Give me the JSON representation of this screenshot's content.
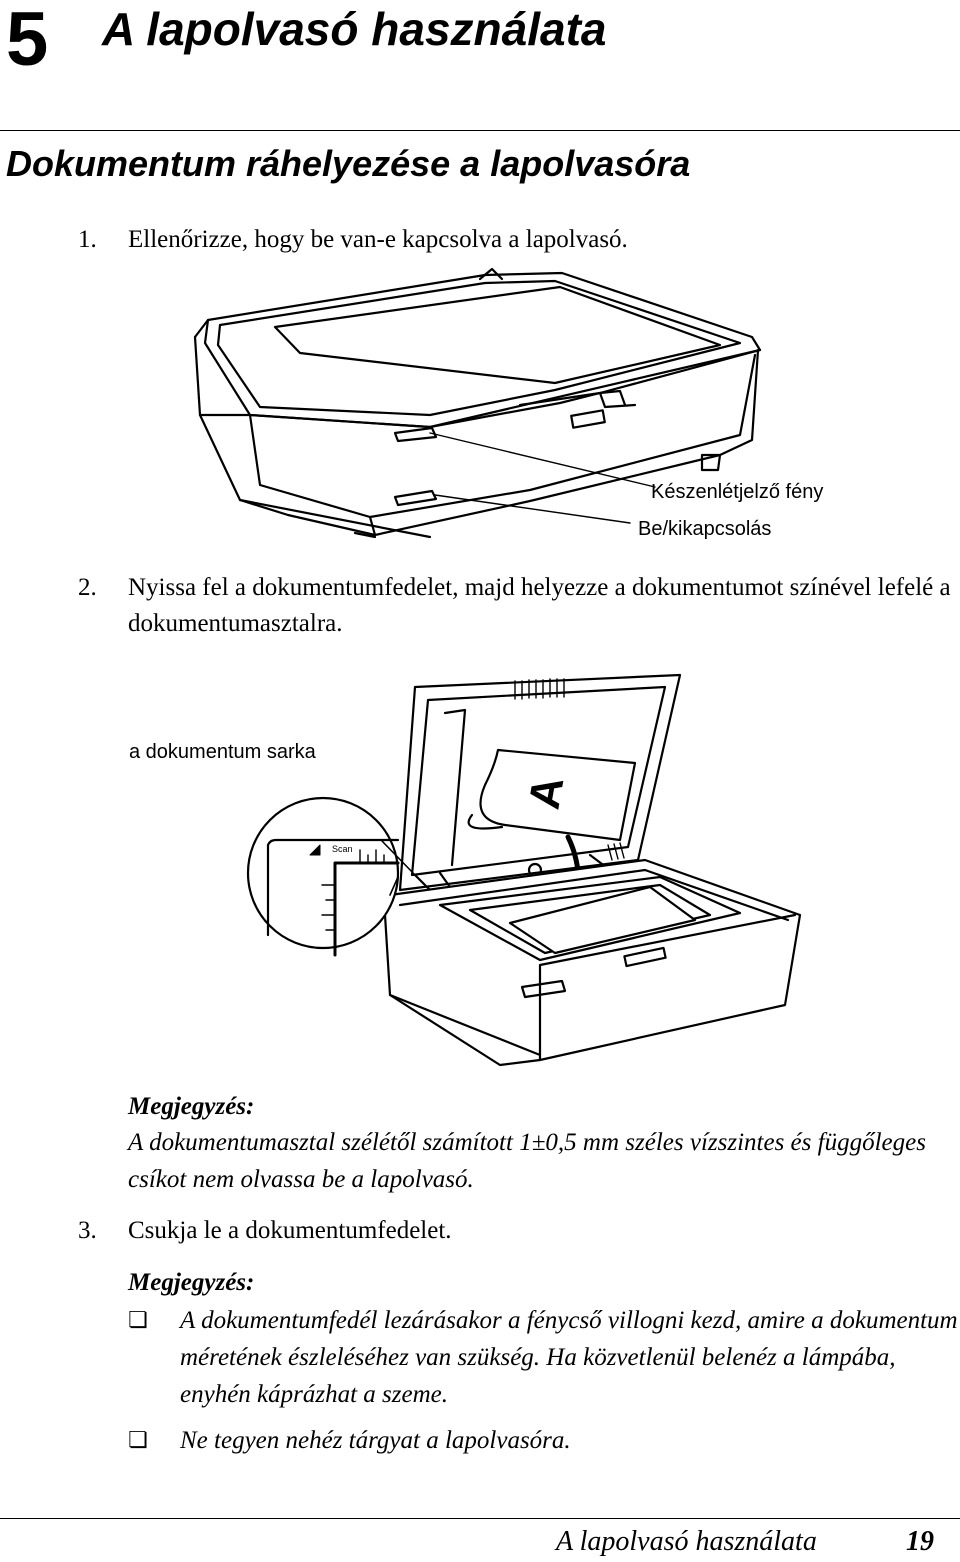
{
  "chapter": {
    "number": "5",
    "title": "A lapolvasó használata"
  },
  "section": {
    "title": "Dokumentum ráhelyezése a lapolvasóra"
  },
  "steps": [
    {
      "num": "1.",
      "text": "Ellenőrizze, hogy be van-e kapcsolva a lapolvasó."
    },
    {
      "num": "2.",
      "text": "Nyissa fel a dokumentumfedelet, majd helyezze a dokumentumot színével lefelé a dokumentumasztalra."
    },
    {
      "num": "3.",
      "text": "Csukja le a dokumentumfedelet."
    }
  ],
  "figure1": {
    "labels": {
      "ready_light": "Készenlétjelző fény",
      "power_button": "Be/kikapcsolás"
    }
  },
  "figure2": {
    "labels": {
      "doc_corner": "a dokumentum sarka",
      "scan_mark": "Scan",
      "doc_letter": "A"
    }
  },
  "note1": {
    "heading": "Megjegyzés:",
    "text": "A dokumentumasztal szélétől számított 1±0,5 mm széles vízszintes és függőleges csíkot nem olvassa be a lapolvasó."
  },
  "note2": {
    "heading": "Megjegyzés:",
    "bullet_glyph": "❏",
    "items": [
      "A dokumentumfedél lezárásakor a fénycső villogni kezd, amire a dokumentum méretének észleléséhez van szükség. Ha közvetlenül belenéz a lámpába, enyhén káprázhat a szeme.",
      "Ne tegyen nehéz tárgyat a lapolvasóra."
    ]
  },
  "footer": {
    "title": "A lapolvasó használata",
    "page": "19"
  }
}
